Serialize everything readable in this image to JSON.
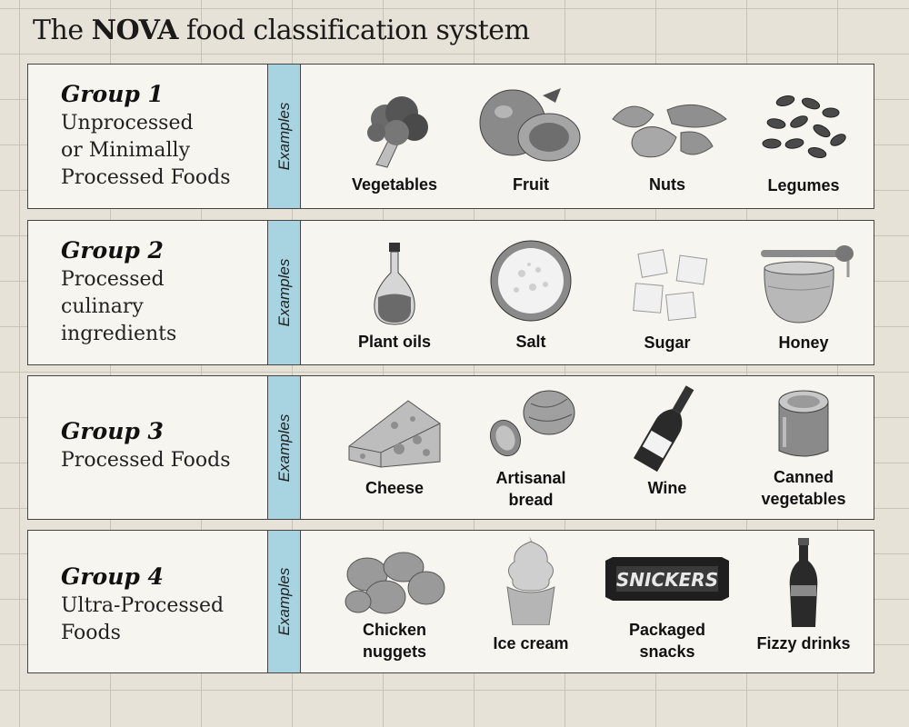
{
  "title": {
    "prefix": "The ",
    "bold": "NOVA",
    "suffix": " food classification system"
  },
  "examples_label": "Examples",
  "groups": [
    {
      "name": "Group 1",
      "description": "Unprocessed\nor Minimally\nProcessed Foods",
      "items": [
        {
          "label": "Vegetables",
          "icon": "broccoli-icon"
        },
        {
          "label": "Fruit",
          "icon": "fruit-icon"
        },
        {
          "label": "Nuts",
          "icon": "nuts-icon"
        },
        {
          "label": "Legumes",
          "icon": "legumes-icon"
        }
      ]
    },
    {
      "name": "Group 2",
      "description": "Processed\nculinary\ningredients",
      "items": [
        {
          "label": "Plant oils",
          "icon": "oil-bottle-icon"
        },
        {
          "label": "Salt",
          "icon": "salt-bowl-icon"
        },
        {
          "label": "Sugar",
          "icon": "sugar-cubes-icon"
        },
        {
          "label": "Honey",
          "icon": "honey-jar-icon"
        }
      ]
    },
    {
      "name": "Group 3",
      "description": "Processed Foods",
      "items": [
        {
          "label": "Cheese",
          "icon": "cheese-icon"
        },
        {
          "label": "Artisanal\nbread",
          "icon": "bread-icon"
        },
        {
          "label": "Wine",
          "icon": "wine-bottle-icon"
        },
        {
          "label": "Canned\nvegetables",
          "icon": "can-icon"
        }
      ]
    },
    {
      "name": "Group 4",
      "description": "Ultra-Processed\nFoods",
      "items": [
        {
          "label": "Chicken\nnuggets",
          "icon": "nuggets-icon"
        },
        {
          "label": "Ice cream",
          "icon": "ice-cream-icon"
        },
        {
          "label": "Packaged\nsnacks",
          "icon": "snack-bar-icon",
          "brand_text": "SNICKERS"
        },
        {
          "label": "Fizzy drinks",
          "icon": "soda-bottle-icon"
        }
      ]
    }
  ]
}
